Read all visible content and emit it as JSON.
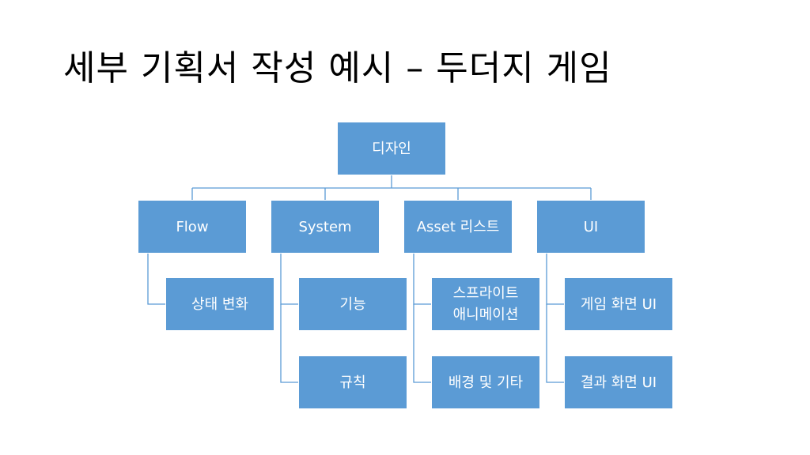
{
  "slide": {
    "title": "세부 기획서 작성 예시 – 두더지 게임"
  },
  "colors": {
    "node_fill": "#5b9bd5",
    "node_text": "#ffffff",
    "connector": "#5b9bd5"
  },
  "diagram": {
    "root": {
      "label": "디자인"
    },
    "branches": [
      {
        "label": "Flow",
        "children": [
          {
            "label": "상태 변화"
          }
        ]
      },
      {
        "label": "System",
        "children": [
          {
            "label": "기능"
          },
          {
            "label": "규칙"
          }
        ]
      },
      {
        "label": "Asset 리스트",
        "children": [
          {
            "line1": "스프라이트",
            "line2": "애니메이션"
          },
          {
            "label": "배경 및 기타"
          }
        ]
      },
      {
        "label": "UI",
        "children": [
          {
            "label": "게임 화면 UI"
          },
          {
            "label": "결과 화면 UI"
          }
        ]
      }
    ]
  }
}
